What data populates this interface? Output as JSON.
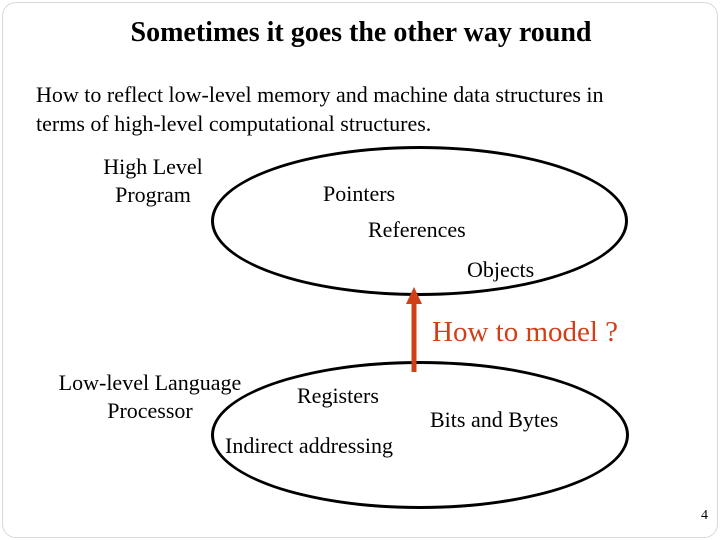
{
  "colors": {
    "accent": "#d04018",
    "stroke": "#000000",
    "background": "#ffffff"
  },
  "slide": {
    "title": "Sometimes it goes the other way round",
    "intro": "How to reflect low-level memory and machine data structures in\nterms of high-level computational structures.",
    "page_number": "4"
  },
  "diagram": {
    "high_level": {
      "label": "High Level\nProgram",
      "items": [
        "Pointers",
        "References",
        "Objects"
      ]
    },
    "arrow_label": "How to model ?",
    "low_level": {
      "label": "Low-level Language\nProcessor",
      "items": [
        "Registers",
        "Bits and Bytes",
        "Indirect addressing"
      ]
    }
  }
}
